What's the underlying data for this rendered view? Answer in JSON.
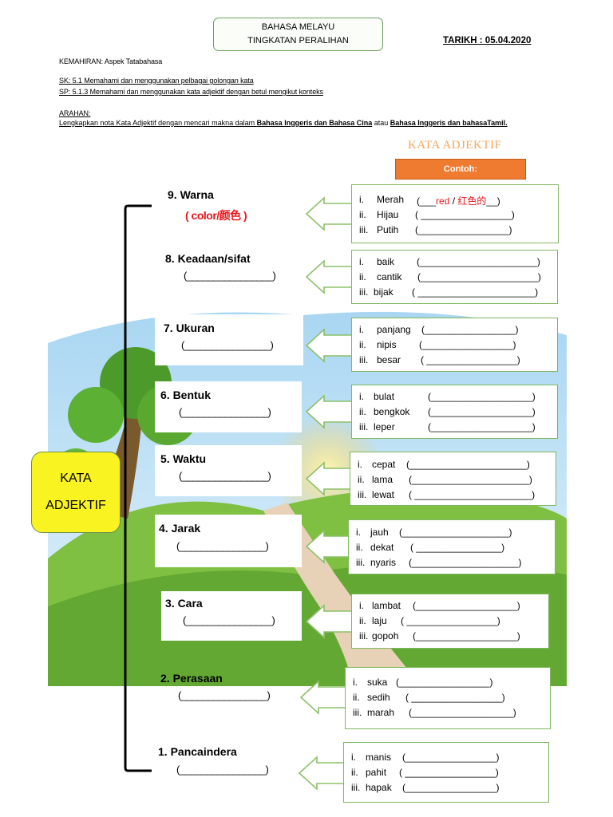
{
  "header": {
    "line1": "BAHASA MELAYU",
    "line2": "TINGKATAN PERALIHAN",
    "date": "TARIKH : 05.04.2020"
  },
  "info": {
    "kemahiran": "KEMAHIRAN: Aspek Tatabahasa",
    "sk": "SK:  5.1 Memahami dan menggunakan pelbagai golongan kata",
    "sp": "SP:  5.1.3 Memahami dan menggunakan kata adjektif dengan betul mengikut konteks",
    "arahan_label": "ARAHAN:",
    "arahan_text_1": "Lengkapkan nota Kata Adjektif dengan mencari makna dalam ",
    "arahan_bold_1": "Bahasa Inggeris dan Bahasa Cina",
    "arahan_text_2": " atau ",
    "arahan_bold_2": "Bahasa Inggeris dan bahasaTamil."
  },
  "title": "KATA ADJEKTIF",
  "contoh_label": "Contoh:",
  "center": {
    "line1": "KATA",
    "line2": "ADJEKTIF"
  },
  "categories": [
    {
      "label": "9.  Warna",
      "answer": "( color/颜色 )",
      "examples": [
        {
          "num": "i.",
          "word": "Merah",
          "blank_open": "(___",
          "ans_en": "red",
          "ans_sep": " / ",
          "ans_zh": "红色的",
          "blank_close": "__)"
        },
        {
          "num": "ii.",
          "word": "Hijau",
          "blank": "( _________________)"
        },
        {
          "num": "iii.",
          "word": "Putih",
          "blank": "(_________________)"
        }
      ]
    },
    {
      "label": "8.  Keadaan/sifat",
      "answer": "(________________)",
      "examples": [
        {
          "num": "i.",
          "word": "baik",
          "blank": "(______________________)"
        },
        {
          "num": "ii.",
          "word": "cantik",
          "blank": "(______________________)"
        },
        {
          "num": "iii.",
          "word": "bijak",
          "blank": "( ______________________)"
        }
      ]
    },
    {
      "label": "7.  Ukuran",
      "answer": "(________________)",
      "examples": [
        {
          "num": "i.",
          "word": "panjang",
          "blank": "(_________________)"
        },
        {
          "num": "ii.",
          "word": "nipis",
          "blank": "(_________________)"
        },
        {
          "num": "iii.",
          "word": "besar",
          "blank": "( _________________)"
        }
      ]
    },
    {
      "label": "6.  Bentuk",
      "answer": "(________________)",
      "examples": [
        {
          "num": "i.",
          "word": "bulat",
          "blank": "(___________________)"
        },
        {
          "num": "ii.",
          "word": "bengkok",
          "blank": "(___________________)"
        },
        {
          "num": "iii.",
          "word": "leper",
          "blank": "(___________________)"
        }
      ]
    },
    {
      "label": "5.  Waktu",
      "answer": "(________________)",
      "examples": [
        {
          "num": "i.",
          "word": "cepat",
          "blank": "(______________________)"
        },
        {
          "num": "ii.",
          "word": "lama",
          "blank": "(______________________)"
        },
        {
          "num": "iii.",
          "word": "lewat",
          "blank": "( ______________________)"
        }
      ]
    },
    {
      "label": "4.  Jarak",
      "answer": "(________________)",
      "examples": [
        {
          "num": "i.",
          "word": "jauh",
          "blank": "(____________________)"
        },
        {
          "num": "ii.",
          "word": "dekat",
          "blank": "( ________________)"
        },
        {
          "num": "iii.",
          "word": "nyaris",
          "blank": "(____________________)"
        }
      ]
    },
    {
      "label": "3.  Cara",
      "answer": "(________________)",
      "examples": [
        {
          "num": "i.",
          "word": "lambat",
          "blank": "(___________________)"
        },
        {
          "num": "ii.",
          "word": "laju",
          "blank": "( _________________)"
        },
        {
          "num": "iii.",
          "word": "gopoh",
          "blank": "(___________________)"
        }
      ]
    },
    {
      "label": "2.  Perasaan",
      "answer": "(________________)",
      "examples": [
        {
          "num": "i.",
          "word": "suka",
          "blank": "(_________________)"
        },
        {
          "num": "ii.",
          "word": "sedih",
          "blank": "( _________________)"
        },
        {
          "num": "iii.",
          "word": "marah",
          "blank": "(___________________)"
        }
      ]
    },
    {
      "label": "1.  Pancaindera",
      "answer": "(________________)",
      "examples": [
        {
          "num": "i.",
          "word": "manis",
          "blank": "(_________________)"
        },
        {
          "num": "ii.",
          "word": "pahit",
          "blank": "( _________________)"
        },
        {
          "num": "iii.",
          "word": "hapak",
          "blank": "(_________________)"
        }
      ]
    }
  ]
}
